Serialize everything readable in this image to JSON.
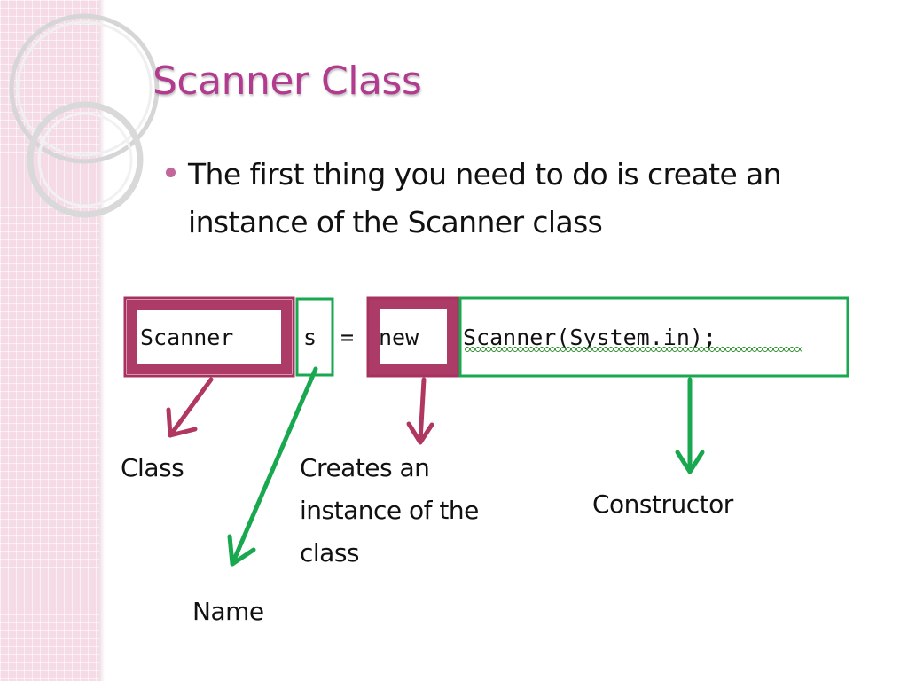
{
  "slide": {
    "title": "Scanner Class",
    "bullet": "The first thing you need to do is create an instance of the Scanner class"
  },
  "code": {
    "class_token": "Scanner",
    "name_token": "s",
    "equals_token": "=",
    "new_token": "new",
    "constructor_token": "Scanner(System.in);"
  },
  "labels": {
    "class": "Class",
    "name": "Name",
    "creates_instance": "Creates an instance of the class",
    "constructor": "Constructor"
  },
  "colors": {
    "title": "#b23a8f",
    "maroon_box": "#a8325f",
    "green_box": "#19a84f",
    "bullet": "#c2669b"
  }
}
